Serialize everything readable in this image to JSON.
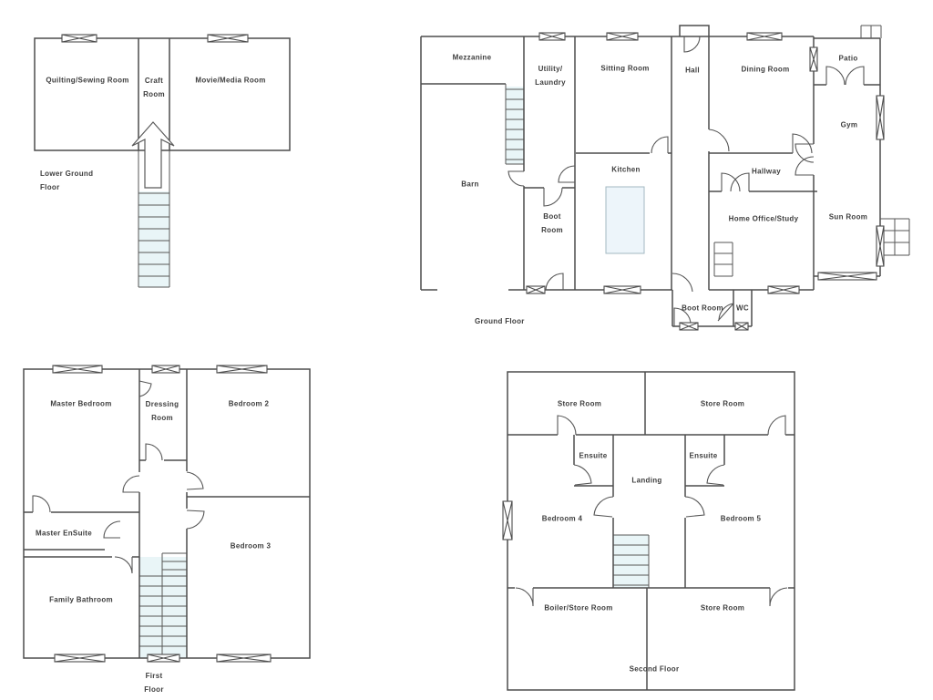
{
  "document": {
    "type": "house-floor-plan-set"
  },
  "colors": {
    "wall": "#4d4d4d",
    "thin_line": "#565656",
    "text": "#3d3d3d",
    "stairs_fill": "#e9f5f7",
    "island_fill": "#edf5fa",
    "background": "#ffffff"
  },
  "floors": {
    "lower_ground": {
      "caption": "Lower Ground Floor",
      "rooms": {
        "quilting_sewing": "Quilting/Sewing Room",
        "craft": "Craft Room",
        "movie_media": "Movie/Media Room"
      }
    },
    "ground": {
      "caption": "Ground Floor",
      "rooms": {
        "mezzanine": "Mezzanine",
        "utility_laundry": "Utility/ Laundry",
        "sitting": "Sitting Room",
        "hall": "Hall",
        "dining": "Dining Room",
        "patio": "Patio",
        "gym": "Gym",
        "barn": "Barn",
        "boot": "Boot Room",
        "kitchen": "Kitchen",
        "hallway": "Hallway",
        "home_office": "Home Office/Study",
        "sun": "Sun Room",
        "boot_rear": "Boot Room",
        "wc": "WC"
      }
    },
    "first": {
      "caption": "First Floor",
      "rooms": {
        "master_bedroom": "Master Bedroom",
        "dressing": "Dressing Room",
        "bedroom2": "Bedroom 2",
        "master_ensuite": "Master EnSuite",
        "family_bathroom": "Family Bathroom",
        "bedroom3": "Bedroom 3"
      }
    },
    "second": {
      "caption": "Second Floor",
      "rooms": {
        "store_top_left": "Store Room",
        "store_top_right": "Store Room",
        "ensuite_left": "Ensuite",
        "ensuite_right": "Ensuite",
        "landing": "Landing",
        "bedroom4": "Bedroom 4",
        "bedroom5": "Bedroom 5",
        "boiler_store": "Boiler/Store Room",
        "store_bottom": "Store Room"
      }
    }
  }
}
